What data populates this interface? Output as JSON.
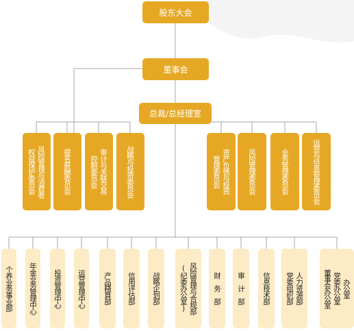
{
  "colors": {
    "box": "#E6A824",
    "box_light": "#FCEBC4",
    "line": "#A6A6A6"
  },
  "top": {
    "shareholders": "股东大会",
    "board": "董事会",
    "president": "总裁/总经理室"
  },
  "board_committees": [
    {
      "lines": [
        "风险管理与消费者",
        "权益保护委员会"
      ]
    },
    {
      "lines": [
        "提名薪酬委员会"
      ]
    },
    {
      "lines": [
        "审计与关联交易",
        "控制委员会"
      ]
    },
    {
      "lines": [
        "战略与投资委员会"
      ]
    }
  ],
  "management_committees": [
    {
      "lines": [
        "资产负债与投资",
        "管理委员会"
      ]
    },
    {
      "lines": [
        "风险管理委员会"
      ]
    },
    {
      "lines": [
        "业务管理委员会"
      ]
    },
    {
      "lines": [
        "运营与信息管理委员会"
      ]
    }
  ],
  "departments": [
    {
      "lines": [
        "个养业务事业部"
      ]
    },
    {
      "lines": [
        "年金业务管理中心"
      ]
    },
    {
      "lines": [
        "投资管理中心"
      ]
    },
    {
      "lines": [
        "运营管理中心"
      ]
    },
    {
      "lines": [
        "产品精算部"
      ]
    },
    {
      "lines": [
        "信用评估部"
      ]
    },
    {
      "lines": [
        "战略企划部"
      ]
    },
    {
      "lines": [
        "风险管理与合规部",
        "(纪委办公室)"
      ]
    },
    {
      "lines": [
        "财　务　部"
      ]
    },
    {
      "lines": [
        "审　计　部"
      ]
    },
    {
      "lines": [
        "信息技术部"
      ]
    },
    {
      "lines": [
        "人力资源部",
        "党委组织部"
      ]
    },
    {
      "lines": [
        "办公室",
        "党委办公室",
        "董事会办公室"
      ]
    }
  ]
}
